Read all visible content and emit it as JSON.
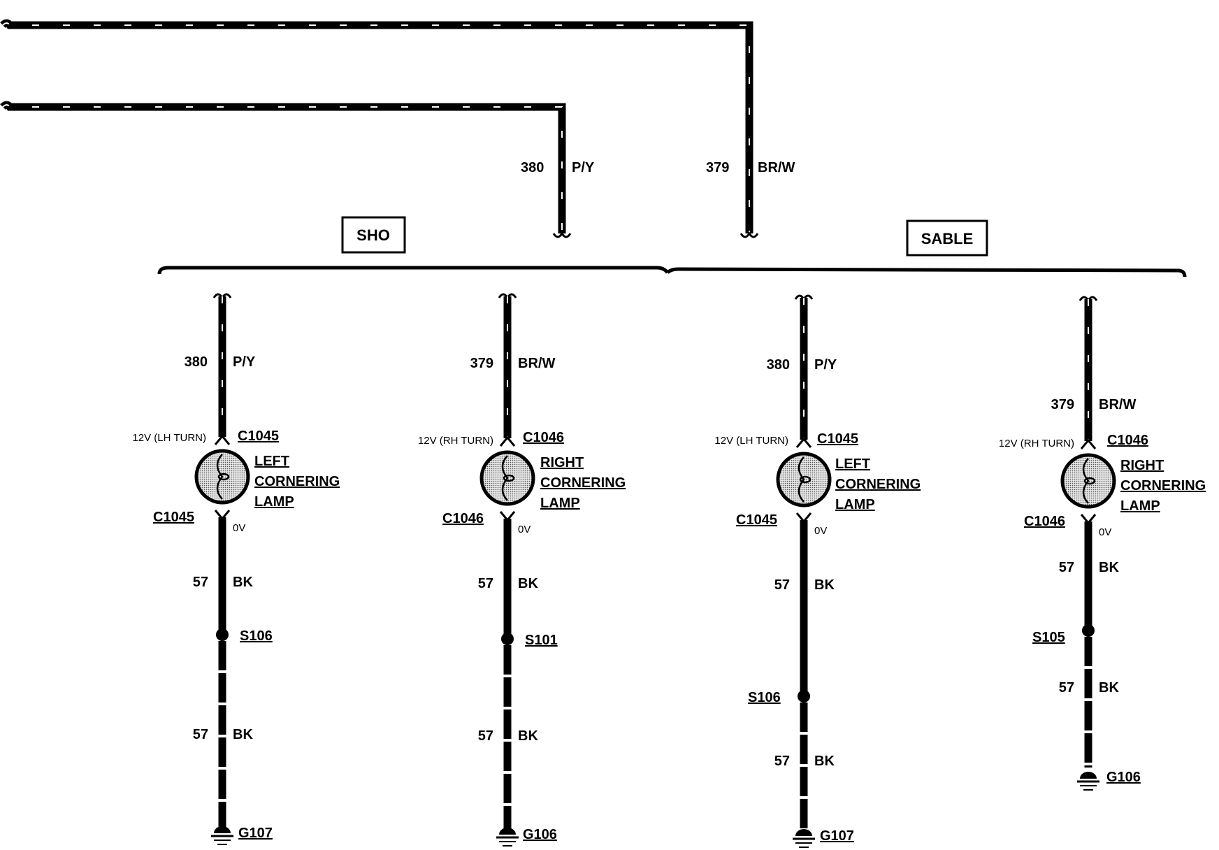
{
  "feed": {
    "wire_380": {
      "circuit": "380",
      "color": "P/Y"
    },
    "wire_379": {
      "circuit": "379",
      "color": "BR/W"
    }
  },
  "variants": {
    "sho": "SHO",
    "sable": "SABLE"
  },
  "branches": [
    {
      "group": "sho",
      "feed_circuit": "380",
      "feed_color": "P/Y",
      "voltage": "12V (LH TURN)",
      "connector": "C1045",
      "lamp_line1": "LEFT",
      "lamp_line2": "CORNERING",
      "lamp_line3": "LAMP",
      "ground_voltage": "0V",
      "ground_circuit_1": "57",
      "ground_color_1": "BK",
      "splice": "S106",
      "ground_circuit_2": "57",
      "ground_color_2": "BK",
      "ground": "G107"
    },
    {
      "group": "sho",
      "feed_circuit": "379",
      "feed_color": "BR/W",
      "voltage": "12V (RH TURN)",
      "connector": "C1046",
      "lamp_line1": "RIGHT",
      "lamp_line2": "CORNERING",
      "lamp_line3": "LAMP",
      "ground_voltage": "0V",
      "ground_circuit_1": "57",
      "ground_color_1": "BK",
      "splice": "S101",
      "ground_circuit_2": "57",
      "ground_color_2": "BK",
      "ground": "G106"
    },
    {
      "group": "sable",
      "feed_circuit": "380",
      "feed_color": "P/Y",
      "voltage": "12V (LH TURN)",
      "connector": "C1045",
      "lamp_line1": "LEFT",
      "lamp_line2": "CORNERING",
      "lamp_line3": "LAMP",
      "ground_voltage": "0V",
      "ground_circuit_1": "57",
      "ground_color_1": "BK",
      "splice": "S106",
      "ground_circuit_2": "57",
      "ground_color_2": "BK",
      "ground": "G107"
    },
    {
      "group": "sable",
      "feed_circuit": "379",
      "feed_color": "BR/W",
      "voltage": "12V (RH TURN)",
      "connector": "C1046",
      "lamp_line1": "RIGHT",
      "lamp_line2": "CORNERING",
      "lamp_line3": "LAMP",
      "ground_voltage": "0V",
      "ground_circuit_1": "57",
      "ground_color_1": "BK",
      "splice": "S105",
      "ground_circuit_2": "57",
      "ground_color_2": "BK",
      "ground": "G106"
    }
  ]
}
